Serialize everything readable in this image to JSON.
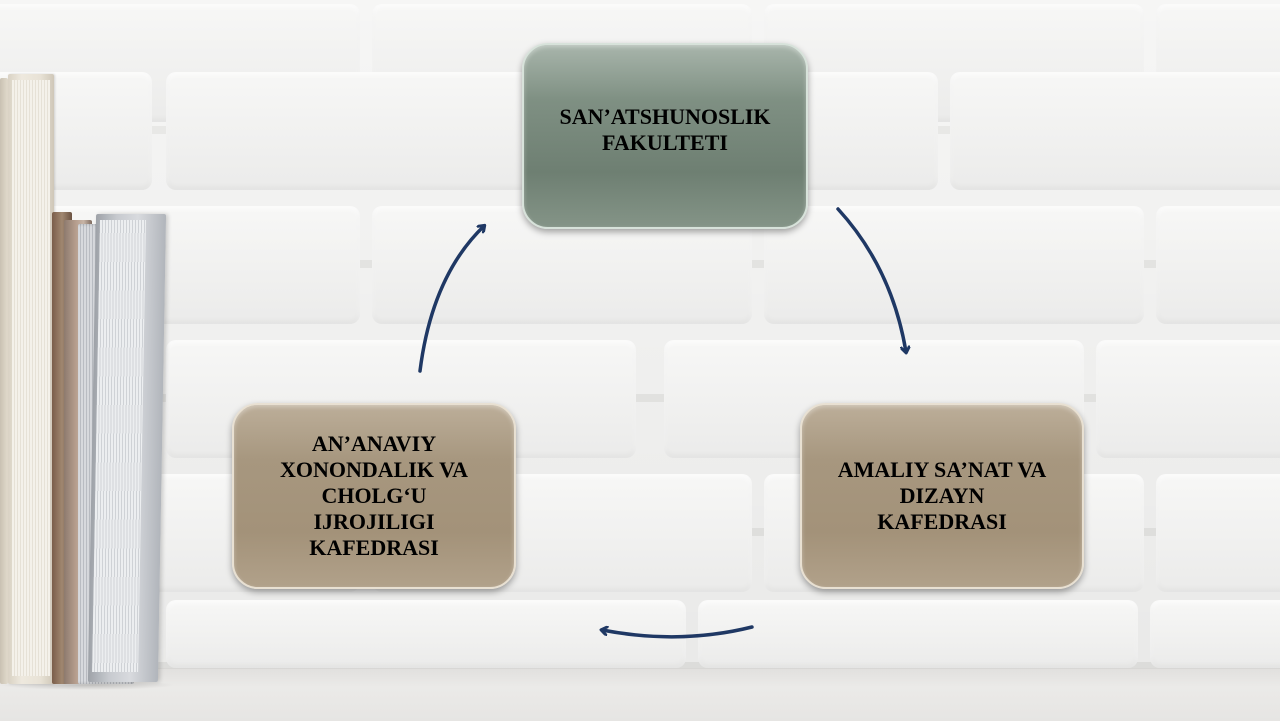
{
  "diagram": {
    "nodes": [
      {
        "id": "top",
        "label": "SAN’ATSHUNOSLIK\nFAKULTETI"
      },
      {
        "id": "right",
        "label": "AMALIY SA’NAT VA\nDIZAYN\nKAFEDRASI"
      },
      {
        "id": "left",
        "label": "AN’ANAVIY\nXONONDALIK VA\nCHOLG‘U\nIJROJILIGI\nKAFEDRASI"
      }
    ],
    "edges": [
      {
        "from": "top",
        "to": "right"
      },
      {
        "from": "right",
        "to": "left"
      },
      {
        "from": "left",
        "to": "top"
      }
    ]
  },
  "colors": {
    "top_box": "#7f9083",
    "side_boxes": "#a7977f",
    "arrow": "#1f3864"
  }
}
